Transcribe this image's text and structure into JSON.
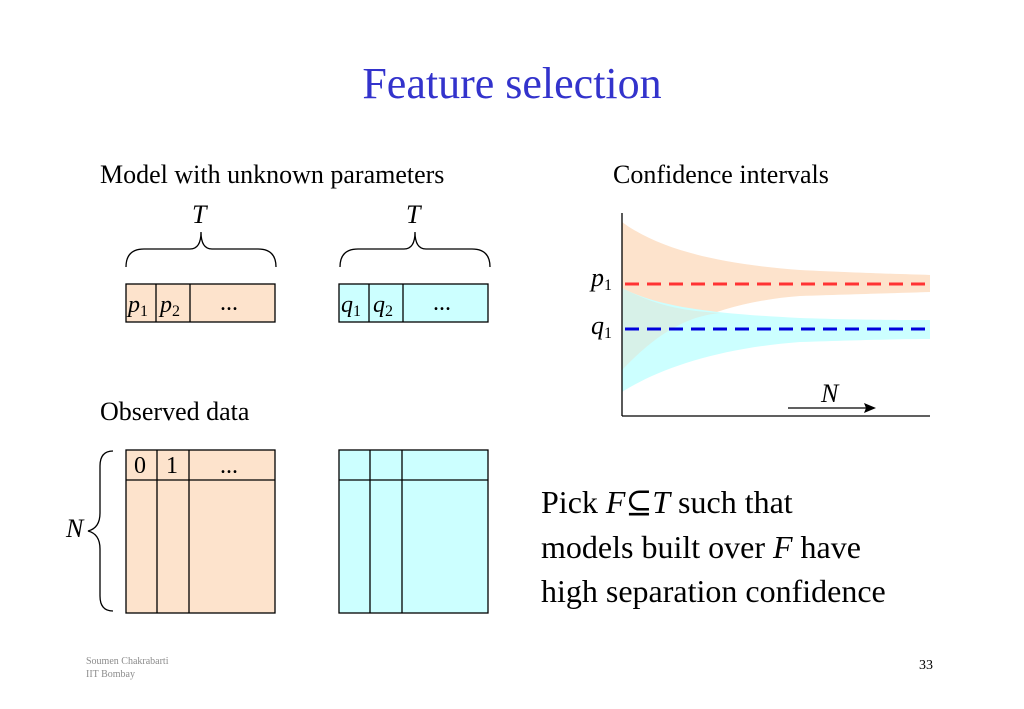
{
  "title": "Feature selection",
  "model_heading": "Model with unknown parameters",
  "ci_heading": "Confidence intervals",
  "observed_heading": "Observed data",
  "T_label": "T",
  "param_cells_p": {
    "var": "p",
    "sub1": "1",
    "sub2": "2",
    "ellipsis": "..."
  },
  "param_cells_q": {
    "var": "q",
    "sub1": "1",
    "sub2": "2",
    "ellipsis": "..."
  },
  "data_row": {
    "c1": "0",
    "c2": "1",
    "ellipsis": "..."
  },
  "N_label": "N",
  "ci_labels": {
    "p": "p",
    "q": "q",
    "sub": "1",
    "axis": "N"
  },
  "pick_text": {
    "l1_a": "Pick ",
    "l1_F": "F",
    "l1_sym": "⊆",
    "l1_T": "T",
    "l1_b": " such that",
    "l2_a": "models built over ",
    "l2_F": "F",
    "l2_b": " have",
    "l3": "high separation confidence"
  },
  "footer": {
    "author": "Soumen Chakrabarti",
    "institute": "IIT Bombay",
    "page": "33"
  },
  "colors": {
    "title": "#3333cc",
    "peach": "#fde3cc",
    "cyan": "#ccffff",
    "red_line": "#ff3333",
    "blue_line": "#0000dd",
    "footer": "#8c8c8c"
  }
}
